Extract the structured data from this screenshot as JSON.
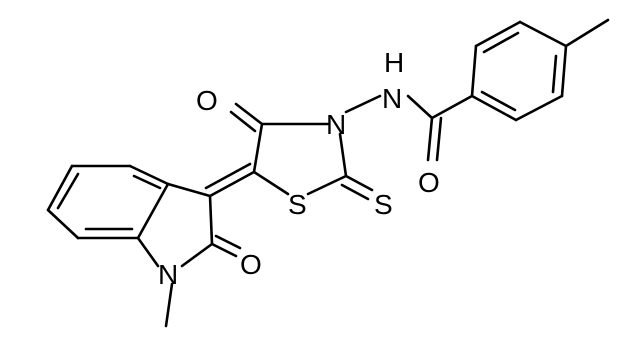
{
  "atoms": {
    "o_top": "O",
    "n_ring": "N",
    "nh_n": "N",
    "nh_h": "H",
    "o_amide": "O",
    "s_ring": "S",
    "s_thione": "S",
    "n_indole": "N",
    "o_indole": "O"
  }
}
